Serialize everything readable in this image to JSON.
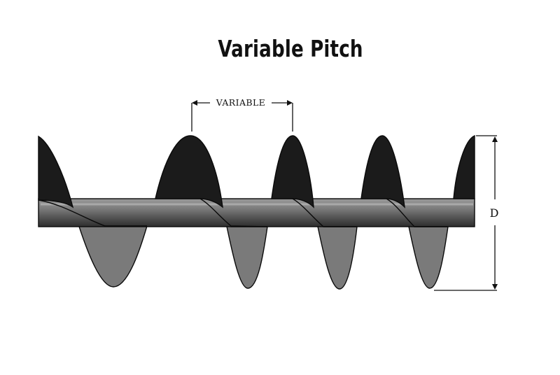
{
  "title": "Variable Pitch",
  "annotations": {
    "pitch_label": "VARIABLE",
    "diameter_label": "D"
  },
  "colors": {
    "upper_flight": "#1b1b1b",
    "lower_flight": "#7a7a7a",
    "shaft_light": "#b9b9b9",
    "shaft_dark": "#3a3a3a",
    "outline": "#0a0a0a"
  }
}
